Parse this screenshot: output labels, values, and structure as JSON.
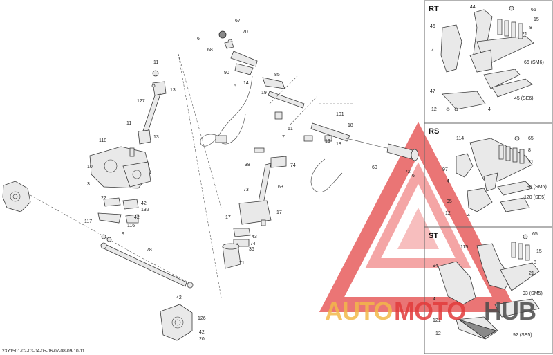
{
  "diagram": {
    "reference_code": "23Y1501-02-03-04-05-06-07-08-09-10-11",
    "panels": [
      {
        "id": "rt",
        "label": "RT"
      },
      {
        "id": "rs",
        "label": "RS"
      },
      {
        "id": "st",
        "label": "ST"
      }
    ],
    "callouts_main": [
      "11",
      "13",
      "127",
      "11",
      "13",
      "118",
      "10",
      "3",
      "22",
      "42",
      "132",
      "116",
      "42",
      "117",
      "9",
      "78",
      "42",
      "126",
      "42",
      "20",
      "6",
      "67",
      "70",
      "68",
      "90",
      "14",
      "5",
      "85",
      "19",
      "61",
      "101",
      "18",
      "7",
      "19",
      "18",
      "60",
      "72",
      "6",
      "38",
      "74",
      "63",
      "73",
      "17",
      "17",
      "43",
      "74",
      "36",
      "71"
    ],
    "callouts_rt": [
      "44",
      "65",
      "15",
      "46",
      "8",
      "21",
      "4",
      "66 (SM6)",
      "47",
      "45 (SE6)",
      "12",
      "4"
    ],
    "callouts_rs": [
      "114",
      "65",
      "8",
      "21",
      "97",
      "4",
      "96 (SM6)",
      "95",
      "120 (SE5)",
      "12",
      "4"
    ],
    "callouts_st": [
      "65",
      "115",
      "15",
      "8",
      "94",
      "21",
      "4",
      "93 (SM5)",
      "121",
      "12",
      "92 (SE5)"
    ]
  },
  "watermark": {
    "text_a": "AUTO",
    "text_b": "MOTO",
    "text_c": "HUB",
    "color_a": "#f3b94a",
    "color_b": "#e23b3b",
    "color_c": "#4a4a4a",
    "logo_icon": "triangle-logo-icon"
  }
}
